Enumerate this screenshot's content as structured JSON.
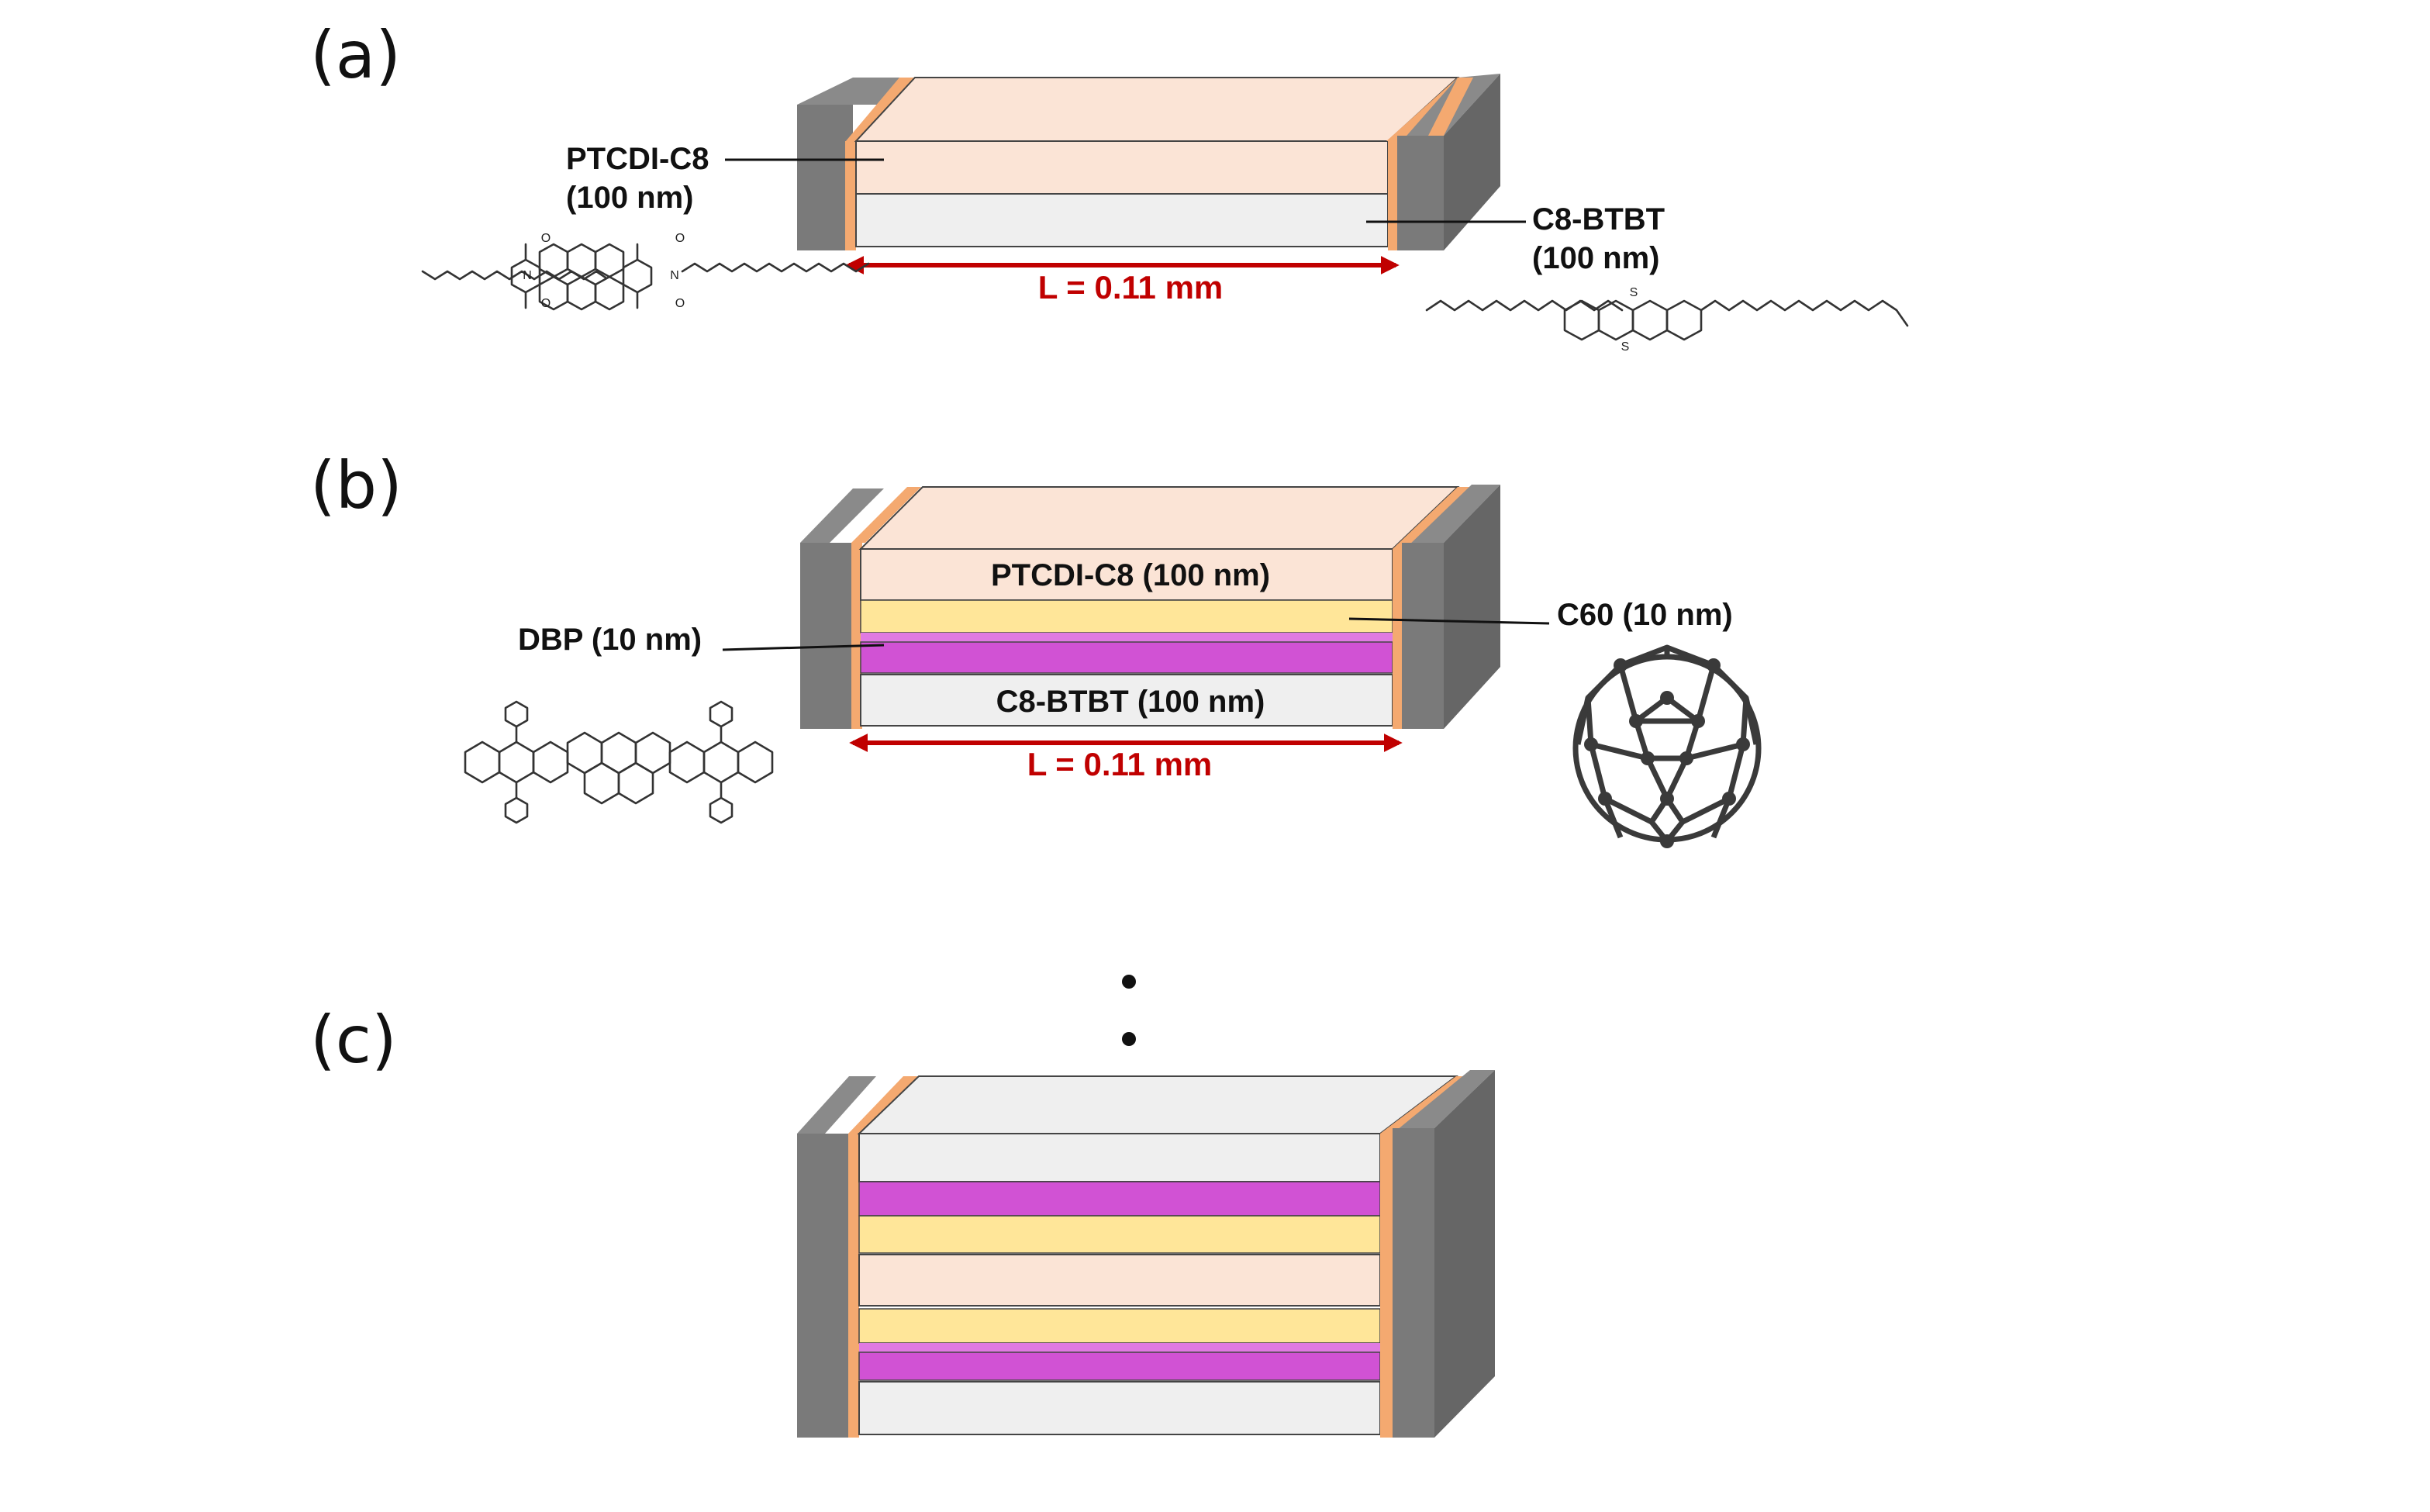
{
  "panels": {
    "a": {
      "label": "(a)",
      "ptcdi_name": "PTCDI-C8",
      "ptcdi_thickness": "(100 nm)",
      "btbt_name": "C8-BTBT",
      "btbt_thickness": "(100 nm)",
      "length": "L = 0.11 mm"
    },
    "b": {
      "label": "(b)",
      "ptcdi": "PTCDI-C8 (100 nm)",
      "c60": "C60 (10 nm)",
      "dbp": "DBP (10 nm)",
      "btbt": "C8-BTBT (100 nm)",
      "length": "L = 0.11 mm"
    },
    "c": {
      "label": "(c)"
    }
  },
  "atoms": {
    "oxygen": "O",
    "nitrogen": "N",
    "sulfur": "S"
  },
  "colors": {
    "electrode_front": "#7a7a7a",
    "electrode_side": "#666666",
    "contact_strip": "#f4a970",
    "ptcdi_layer": "#fbe4d6",
    "c60_layer": "#ffe699",
    "dbp_layer": "#d152d4",
    "btbt_layer": "#efefef",
    "length_arrow": "#c00000"
  }
}
